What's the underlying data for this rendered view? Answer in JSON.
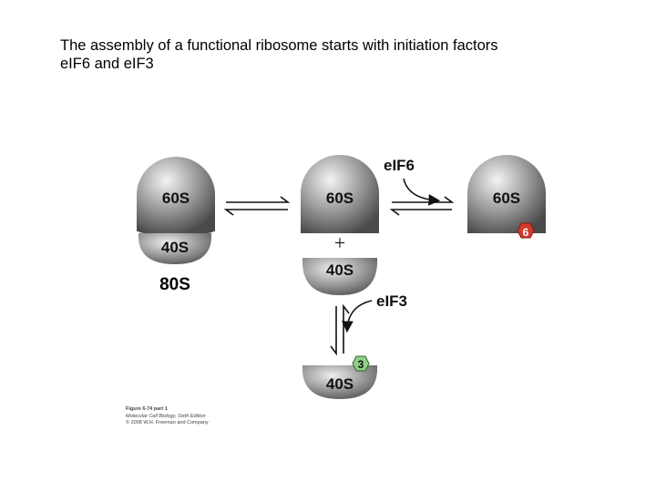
{
  "title_line1": "The assembly of a functional ribosome starts with initiation factors",
  "title_line2": "eIF6 and eIF3",
  "labels": {
    "subunit_60s": "60S",
    "subunit_40s": "40S",
    "ribosome_80s": "80S",
    "plus": "+",
    "factor_eif6": "eIF6",
    "factor_eif3": "eIF3",
    "badge_6": "6",
    "badge_3": "3"
  },
  "colors": {
    "subunit_gray": "#9a9a9a",
    "eif6_badge": "#d33a2c",
    "eif3_badge": "#8fcf8a"
  },
  "figure_caption": {
    "line1": "Figure 6-74 part 1",
    "line2": "Molecular Cell Biology, Sixth Edition",
    "line3": "© 2008 W.H. Freeman and Company"
  }
}
